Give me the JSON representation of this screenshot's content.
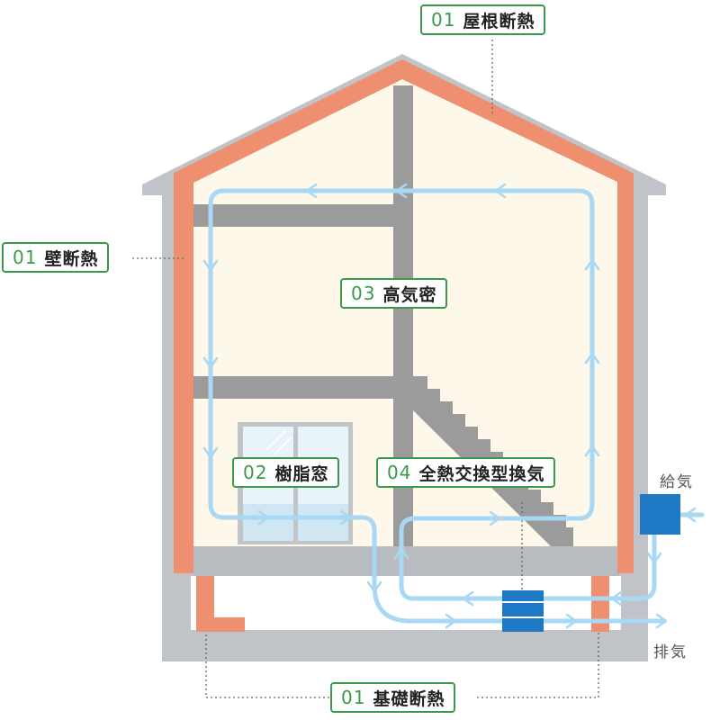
{
  "labels": {
    "roof": {
      "num": "01",
      "text": "屋根断熱"
    },
    "wall": {
      "num": "01",
      "text": "壁断熱"
    },
    "airtight": {
      "num": "03",
      "text": "高気密"
    },
    "window": {
      "num": "02",
      "text": "樹脂窓"
    },
    "ventilation": {
      "num": "04",
      "text": "全熱交換型換気"
    },
    "foundation": {
      "num": "01",
      "text": "基礎断熱"
    }
  },
  "flow_labels": {
    "supply": "給気",
    "exhaust": "排気"
  },
  "colors": {
    "accent": "#3a9a4a",
    "insulation": "#ee9070",
    "structure": "#9b9b9b",
    "shell": "#c0c3c7",
    "interior": "#fdf8ea",
    "airflow": "#a8d8f4",
    "unit": "#1e79c4"
  }
}
